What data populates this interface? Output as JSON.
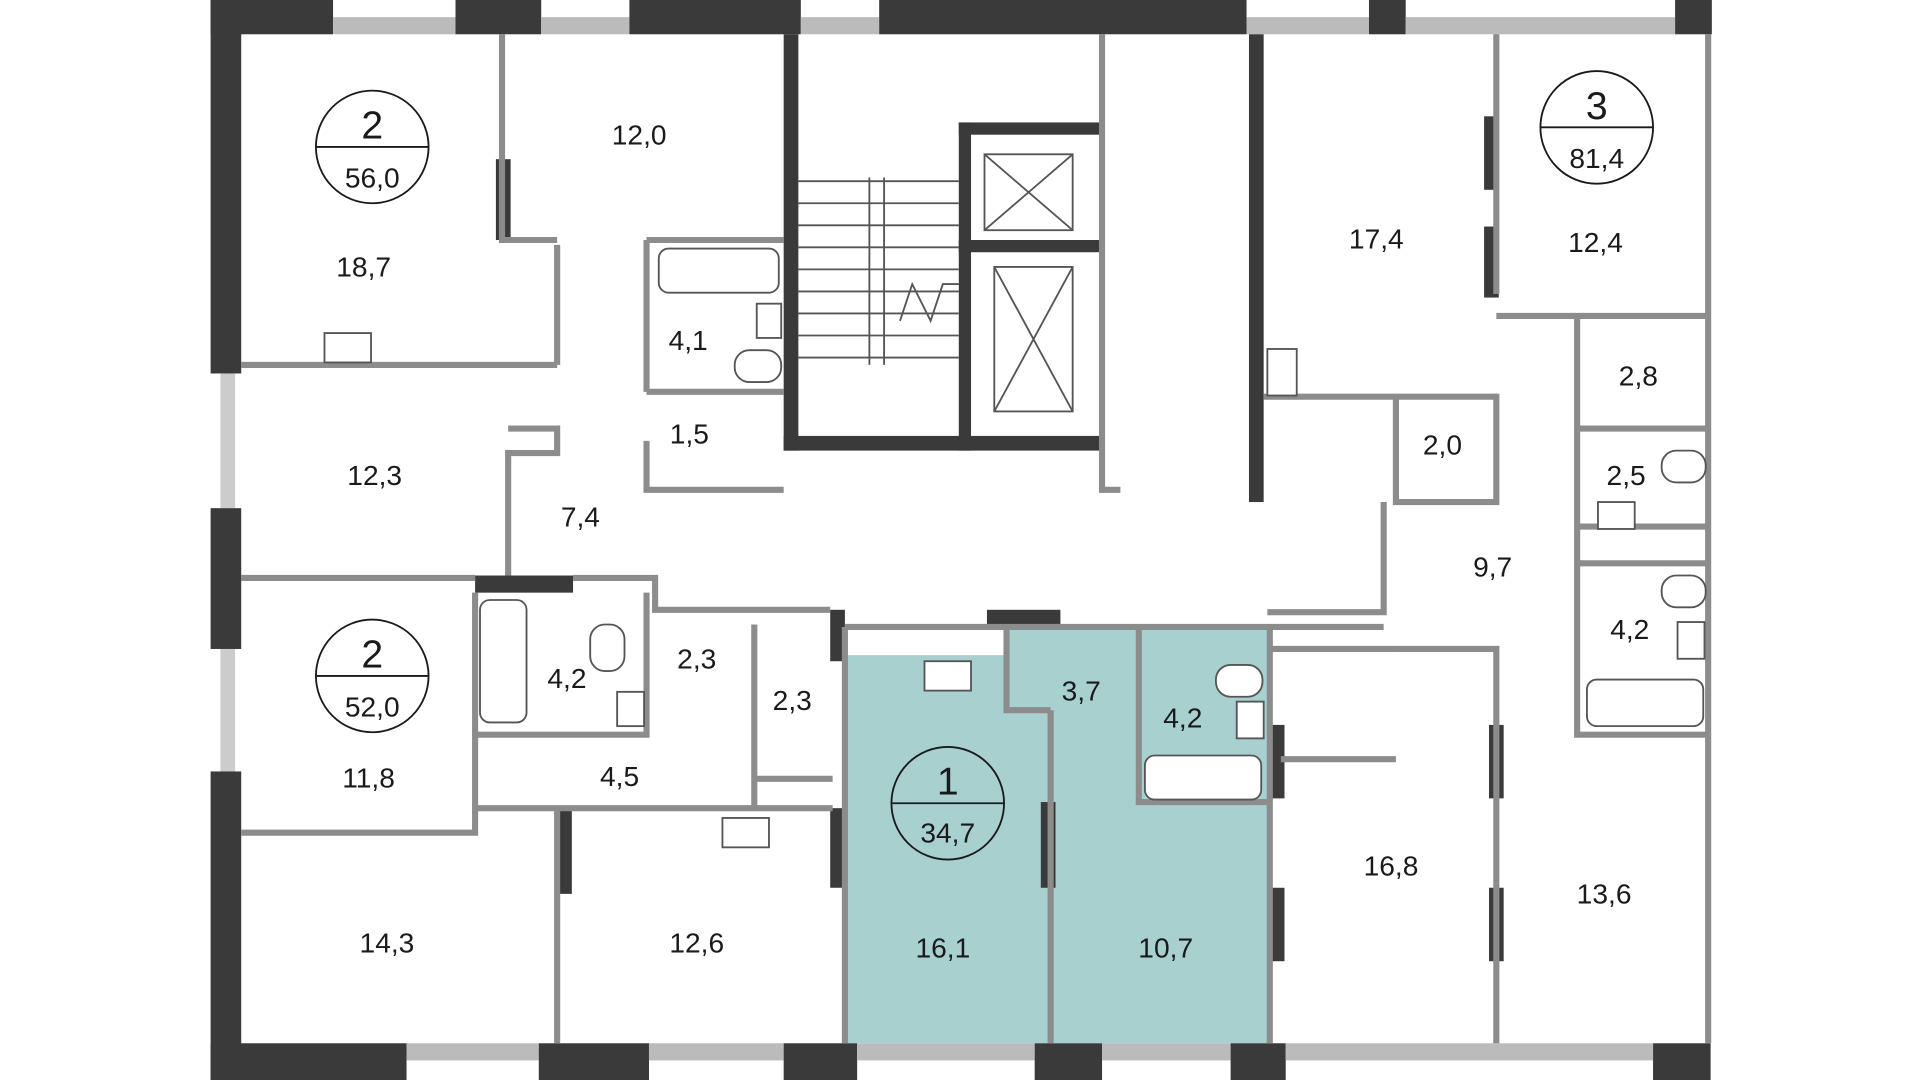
{
  "apartments": [
    {
      "rooms": "2",
      "area": "56,0"
    },
    {
      "rooms": "2",
      "area": "52,0"
    },
    {
      "rooms": "1",
      "area": "34,7"
    },
    {
      "rooms": "3",
      "area": "81,4"
    }
  ],
  "room_areas": [
    "12,0",
    "18,7",
    "4,1",
    "1,5",
    "12,3",
    "7,4",
    "4,2",
    "2,3",
    "2,3",
    "11,8",
    "4,5",
    "14,3",
    "12,6",
    "3,7",
    "4,2",
    "16,1",
    "10,7",
    "17,4",
    "2,0",
    "12,4",
    "2,8",
    "2,5",
    "9,7",
    "4,2",
    "16,8",
    "13,6"
  ],
  "colors": {
    "highlight": "#a8d0cf",
    "wall_dark": "#3a3a3a",
    "wall_gray": "#8c8c8c"
  }
}
